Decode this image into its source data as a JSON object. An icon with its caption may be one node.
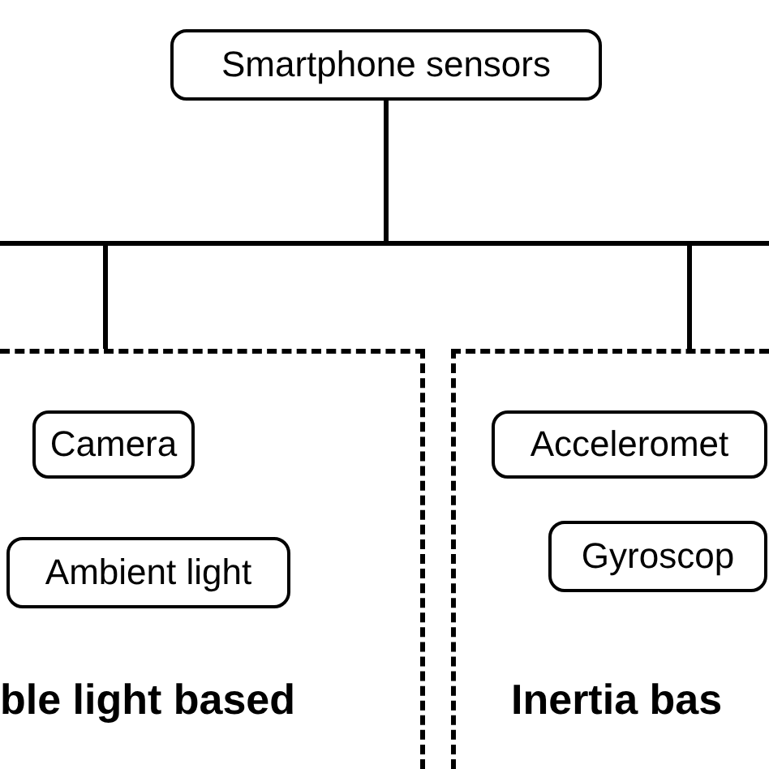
{
  "diagram": {
    "nodes": [
      {
        "text": [
          "Smartphone sensors"
        ]
      },
      {
        "text": [
          "ble light based"
        ]
      },
      {
        "text": [
          "Camera"
        ],
        "in": 1
      },
      {
        "text": [
          "Ambient light"
        ],
        "in": 1
      },
      {
        "text": [
          "Inertia bas"
        ]
      },
      {
        "text": [
          "Acceleromet"
        ],
        "in": 4
      },
      {
        "text": [
          "Gyroscop"
        ],
        "in": 4
      }
    ],
    "edges": [
      {
        "from": 0,
        "to": 1,
        "arrow": "none"
      },
      {
        "from": 0,
        "to": 4,
        "arrow": "none"
      },
      {
        "from": 0,
        "to": null,
        "arrow": "none"
      },
      {
        "from": 0,
        "to": null,
        "arrow": "none"
      }
    ]
  }
}
